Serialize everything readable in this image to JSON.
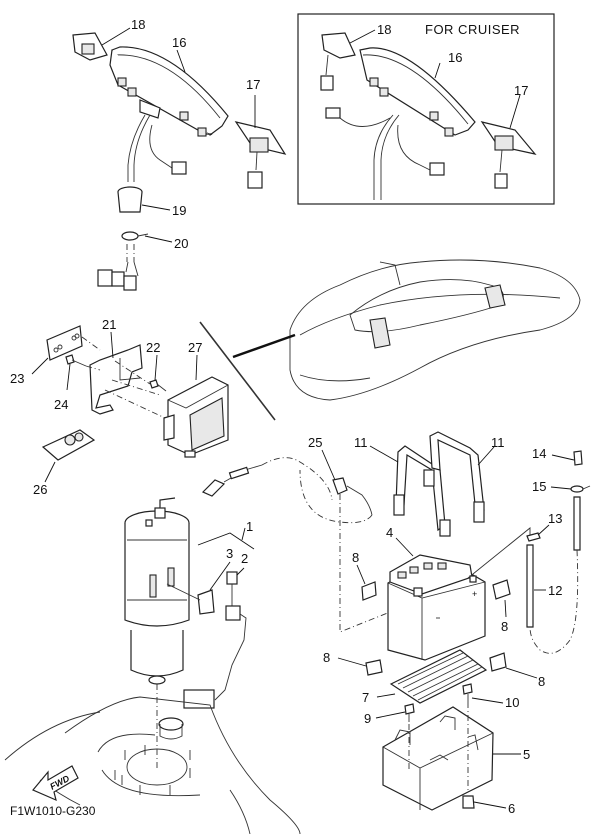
{
  "diagram": {
    "inset_title": "FOR CRUISER",
    "figure_code": "F1W1010-G230",
    "direction_arrow": "FWD",
    "callouts": {
      "p1": "1",
      "p2": "2",
      "p3": "3",
      "p4": "4",
      "p5": "5",
      "p6": "6",
      "p7": "7",
      "p8a": "8",
      "p8b": "8",
      "p8c": "8",
      "p8d": "8",
      "p9": "9",
      "p10": "10",
      "p11a": "11",
      "p11b": "11",
      "p12": "12",
      "p13": "13",
      "p14": "14",
      "p15": "15",
      "p16": "16",
      "p17": "17",
      "p18": "18",
      "p19": "19",
      "p20": "20",
      "p21": "21",
      "p22": "22",
      "p23": "23",
      "p24": "24",
      "p25": "25",
      "p26": "26",
      "p27": "27",
      "inset16": "16",
      "inset17": "17",
      "inset18": "18"
    }
  }
}
